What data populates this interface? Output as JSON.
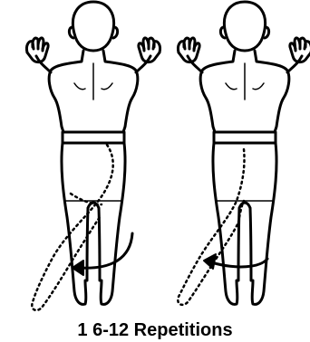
{
  "caption": "1 6-12 Repetitions",
  "colors": {
    "ink": "#000000",
    "paper": "#ffffff"
  },
  "figures": [
    {
      "name": "figure-left",
      "leg_moved": "left",
      "arrow_direction": "leftward"
    },
    {
      "name": "figure-right",
      "leg_moved": "left",
      "arrow_direction": "leftward"
    }
  ]
}
